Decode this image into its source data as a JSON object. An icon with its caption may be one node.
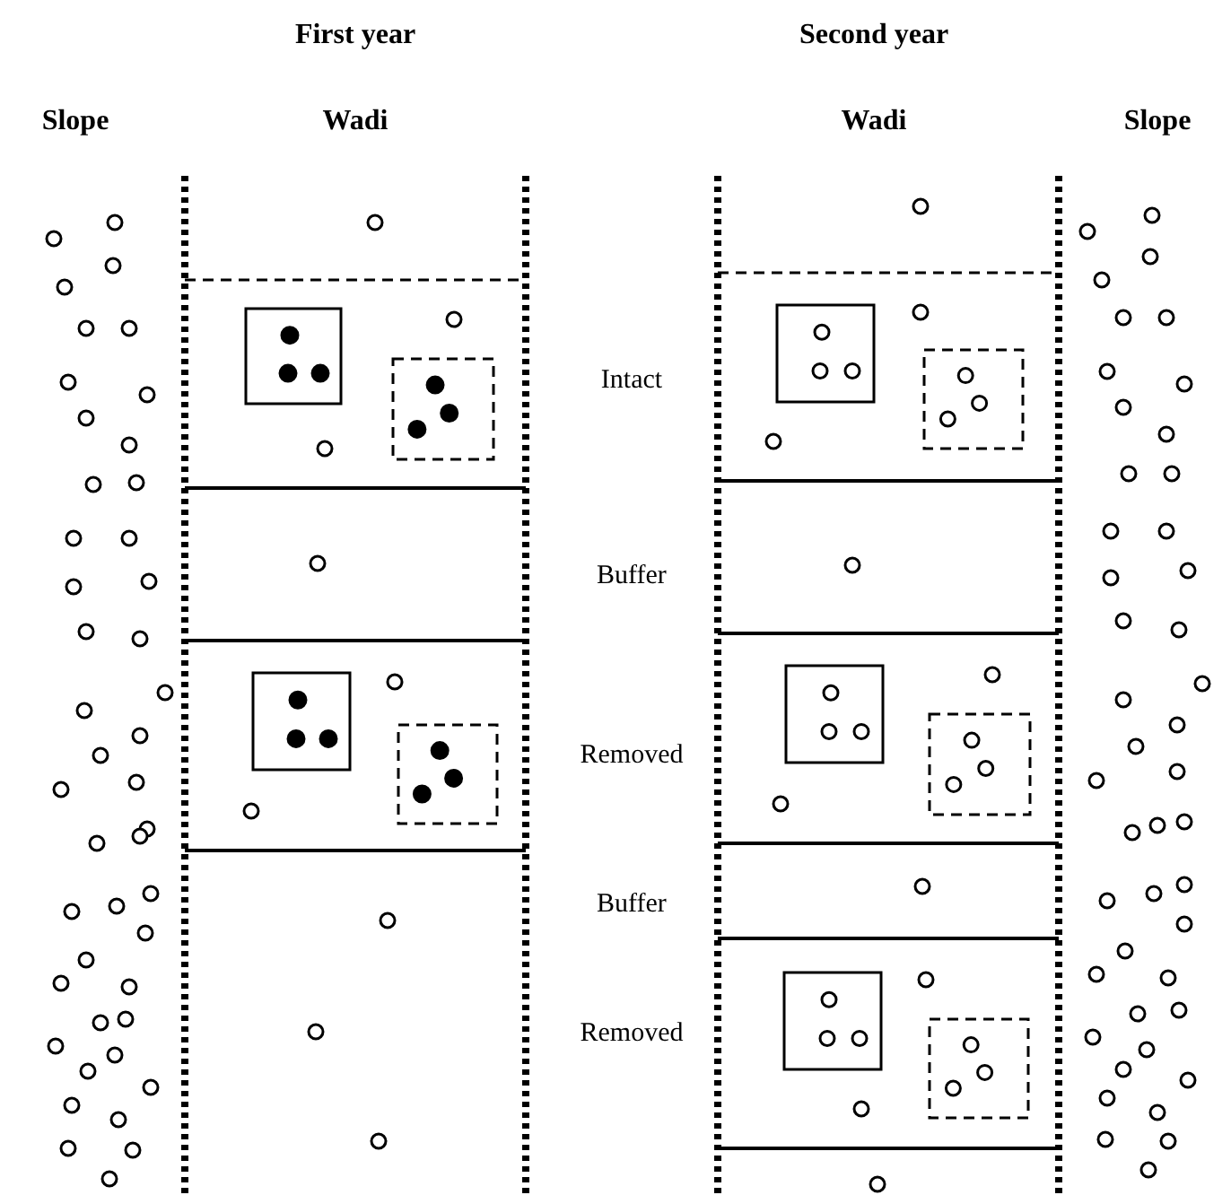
{
  "diagram": {
    "labels": [
      "First year",
      "Second year",
      "Slope",
      "Wadi",
      "Wadi",
      "Slope",
      "Intact",
      "Buffer",
      "Removed",
      "Buffer",
      "Removed"
    ]
  }
}
